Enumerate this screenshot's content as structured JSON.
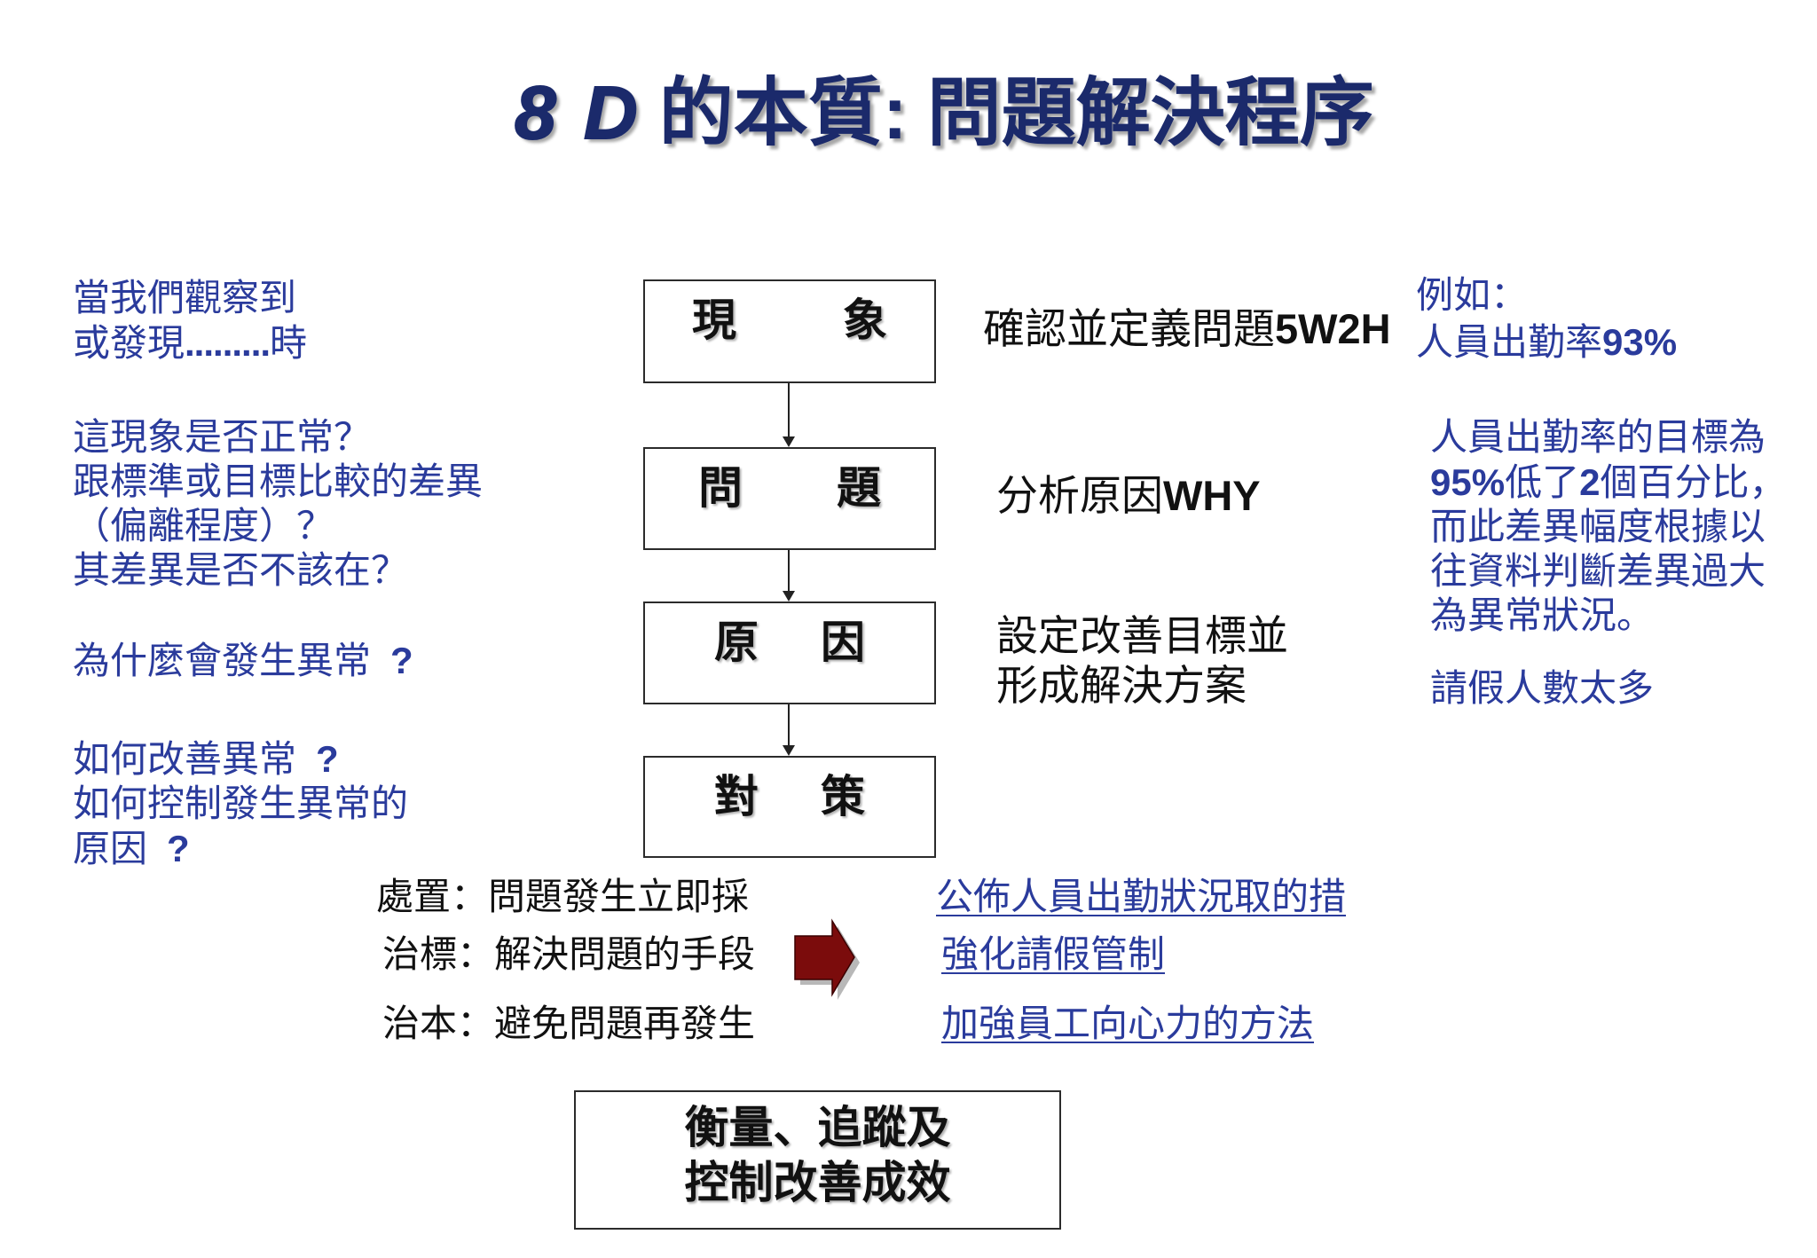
{
  "title": {
    "code": "8 D",
    "essence": "的本質",
    "colon": ":",
    "subject": "問題解決程序"
  },
  "left_notes": {
    "observe": {
      "line1": "當我們觀察到",
      "line2_start": "或發現",
      "line2_dots": ".........",
      "line2_end": "時"
    },
    "normality": {
      "line1": "這現象是否正常？",
      "line2": "跟標準或目標比較的差異",
      "line3": "（偏離程度）？",
      "line4": "其差異是否不該在？"
    },
    "cause": {
      "text": "為什麼會發生異常",
      "mark": "?"
    },
    "improve": {
      "line1": "如何改善異常",
      "line1_mark": "?",
      "line2": "如何控制發生異常的",
      "line3": "原因",
      "line3_mark": "?"
    }
  },
  "flow": {
    "steps": [
      {
        "first": "現",
        "second": "象"
      },
      {
        "first": "問",
        "second": "題"
      },
      {
        "first": "原",
        "second": "因"
      },
      {
        "first": "對",
        "second": "策"
      }
    ]
  },
  "step_actions": {
    "define": {
      "text": "確認並定義問題",
      "keyword": "5W2H"
    },
    "analyze": {
      "text": "分析原因",
      "keyword": "WHY"
    },
    "plan": {
      "line1": "設定改善目標並",
      "line2": "形成解決方案"
    }
  },
  "example": {
    "label": "例如：",
    "rate_text": "人員出勤率",
    "rate_value": "93%",
    "target": {
      "line1": "人員出勤率的目標為",
      "line2_value": "95%",
      "line2_mid": "低了",
      "line2_gap": "2",
      "line2_end": "個百分比，",
      "line3": "而此差異幅度根據以",
      "line4": "往資料判斷差異過大",
      "line5": "為異常狀況。"
    },
    "cause": "請假人數太多"
  },
  "measures": [
    "處置：問題發生立即採",
    "治標：解決問題的手段",
    "治本：避免問題再發生"
  ],
  "countermeasures": [
    "公佈人員出勤狀況取的措",
    "強化請假管制",
    "加強員工向心力的方法"
  ],
  "result": {
    "line1": "衡量、追蹤及",
    "line2": "控制改善成效"
  },
  "colors": {
    "title": "#1b2a6b",
    "note": "#2a3b9c",
    "arrow": "#7b0c0c",
    "text": "#111111",
    "border": "#2b2b2b"
  }
}
